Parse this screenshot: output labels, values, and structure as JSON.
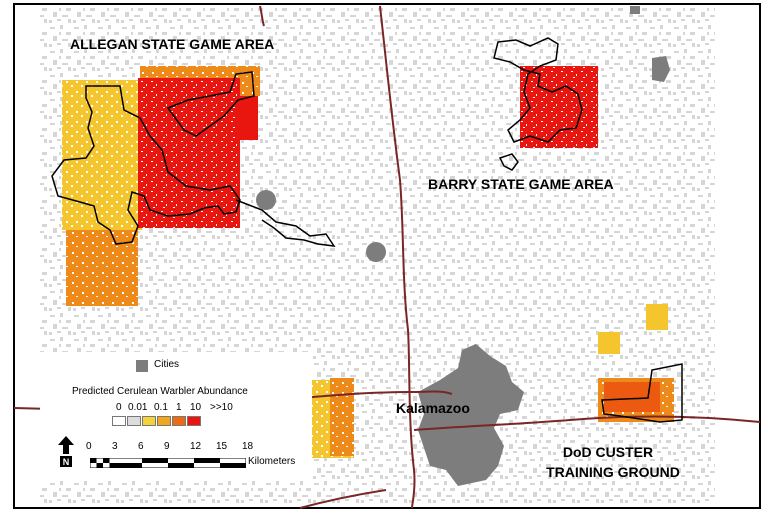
{
  "labels": {
    "allegan": "ALLEGAN STATE GAME AREA",
    "barry": "BARRY STATE GAME AREA",
    "kalamazoo": "Kalamazoo",
    "dod_line1": "DoD CUSTER",
    "dod_line2": "TRAINING GROUND"
  },
  "legend": {
    "cities_label": "Cities",
    "title": "Predicted Cerulean Warbler Abundance",
    "classes": [
      {
        "label": "0",
        "color": "#ffffff"
      },
      {
        "label": "0.01",
        "color": "#dcdcdc"
      },
      {
        "label": "0.1",
        "color": "#f4d23a"
      },
      {
        "label": "1",
        "color": "#f2a51f"
      },
      {
        "label": "10",
        "color": "#ec6a14"
      },
      {
        "label": ">>10",
        "color": "#e8160f"
      }
    ],
    "scale_ticks": [
      "0",
      "3",
      "6",
      "9",
      "12",
      "15",
      "18"
    ],
    "scale_unit": "Kilometers",
    "north_letter": "N"
  },
  "colors": {
    "city": "#7d7d7d",
    "road": "#7a2626",
    "background_landcover": "#dcdcdc",
    "boundary": "#000000"
  }
}
